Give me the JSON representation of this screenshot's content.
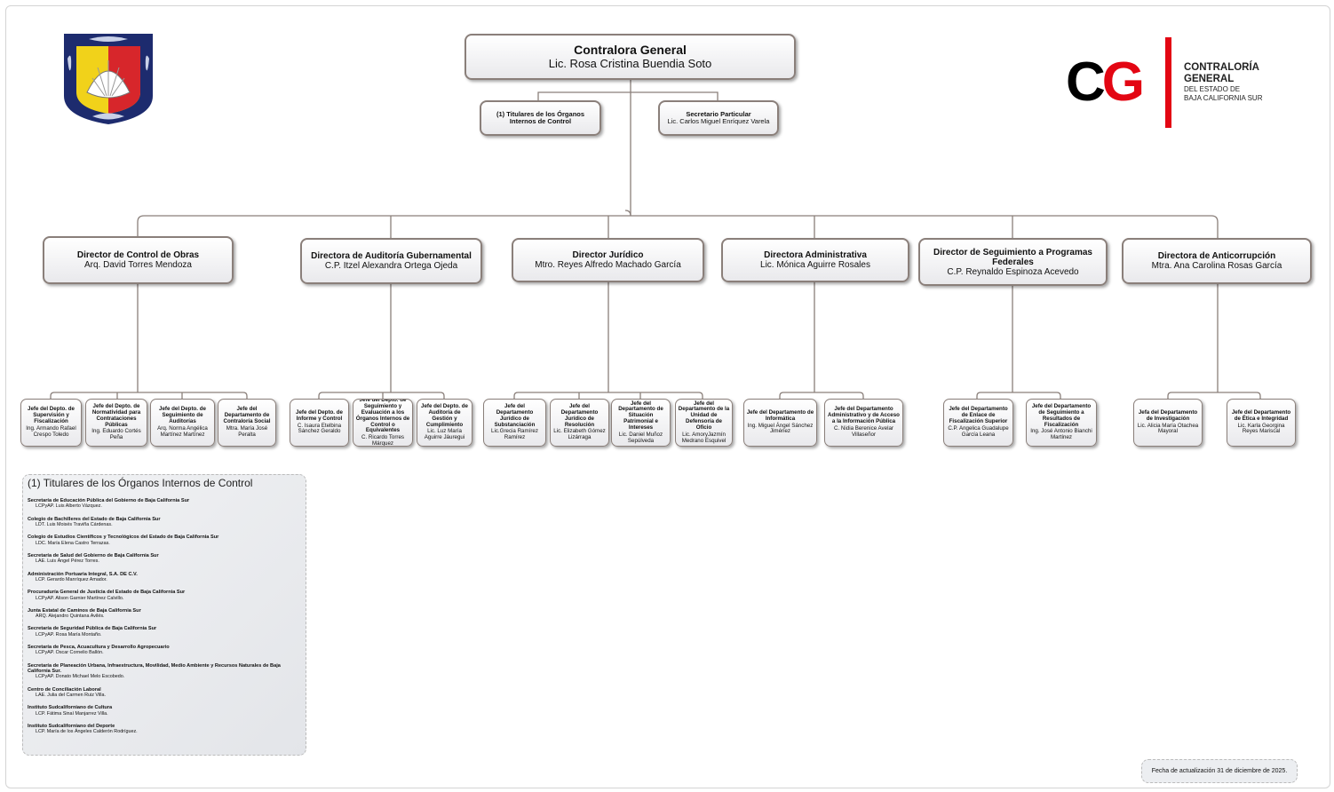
{
  "chart_data": {
    "type": "org-chart",
    "root": {
      "title": "Contralora General",
      "name": "Lic. Rosa Cristina Buendia Soto"
    },
    "staff": [
      {
        "title": "(1) Titulares de los Órganos Internos de Control",
        "name": ""
      },
      {
        "title": "Secretario Particular",
        "name": "Lic. Carlos Miguel Enríquez Varela"
      }
    ],
    "directors": [
      {
        "title": "Director de Control de Obras",
        "name": "Arq. David Torres Mendoza",
        "departments": [
          {
            "title": "Jefe del Depto. de Supervisión y Fiscalización",
            "name": "Ing. Armando Rafael Crespo Toledo"
          },
          {
            "title": "Jefe del Depto. de Normatividad para Contrataciones Públicas",
            "name": "Ing. Eduardo Cortés Peña"
          },
          {
            "title": "Jefe del Depto. de Seguimiento de Auditorías",
            "name": "Arq. Norma Angélica Martínez Martínez"
          },
          {
            "title": "Jefe del Departamento de Contraloría Social",
            "name": "Mtra. María José Peralta"
          }
        ]
      },
      {
        "title": "Directora de Auditoría Gubernamental",
        "name": "C.P. Itzel Alexandra Ortega Ojeda",
        "departments": [
          {
            "title": "Jefe del Depto. de Informe y Control",
            "name": "C. Isaura Etelbina Sánchez Geraldo"
          },
          {
            "title": "Jefe del Depto. de Seguimiento y Evaluación a los Órganos Internos de Control o Equivalentes",
            "name": "C. Ricardo Torres Márquez"
          },
          {
            "title": "Jefe del Depto. de Auditoría de Gestión y Cumplimiento",
            "name": "Lic. Luz María Aguirre Jáuregui"
          }
        ]
      },
      {
        "title": "Director Jurídico",
        "name": "Mtro. Reyes Alfredo Machado García",
        "departments": [
          {
            "title": "Jefe del Departamento Jurídico de Substanciación",
            "name": "Lic.Grecia Ramírez Ramírez"
          },
          {
            "title": "Jefe del Departamento Jurídico de Resolución",
            "name": "Lic. Elizabeth Gómez Lizárraga"
          },
          {
            "title": "Jefe del Departamento de Situación Patrimonial e Intereses",
            "name": "Lic. Daniel Muñoz Sepúlveda"
          },
          {
            "title": "Jefe del Departamento de la Unidad de Defensoría de Oficio",
            "name": "Lic. AmoryJazmín Medrano Esquivel"
          }
        ]
      },
      {
        "title": "Directora Administrativa",
        "name": "Lic. Mónica Aguirre Rosales",
        "departments": [
          {
            "title": "Jefe del Departamento de Informática",
            "name": "Ing. Miguel Ángel Sánchez Jiménez"
          },
          {
            "title": "Jefe del Departamento Administrativo y de Acceso a la Información Pública",
            "name": "C. Nidia Berenice Avelar Villaseñor"
          }
        ]
      },
      {
        "title": "Director de Seguimiento a Programas Federales",
        "name": "C.P. Reynaldo Espinoza Acevedo",
        "departments": [
          {
            "title": "Jefe del Departamento de Enlace de Fiscalización Superior",
            "name": "C.P. Angelica Guadalupe García Leana"
          },
          {
            "title": "Jefe del Departamento de Seguimiento a Resultados de Fiscalización",
            "name": "Ing. José Antonio Bianchi Martínez"
          }
        ]
      },
      {
        "title": "Directora de Anticorrupción",
        "name": "Mtra. Ana Carolina Rosas García",
        "departments": [
          {
            "title": "Jefa del Departamento de Investigación",
            "name": "Lic. Alicia María Otachea Mayoral"
          },
          {
            "title": "Jefe del Departamento de Ética e Integridad",
            "name": "Lic. Karla Georgina Reyes Mariscal"
          }
        ]
      }
    ]
  },
  "notes": {
    "title": "(1) Titulares de los Órganos Internos de Control",
    "entries": [
      {
        "entity": "Secretaría de Educación Pública del Gobierno de Baja California Sur",
        "person": "LCPyAP. Luis Alberto Vázquez."
      },
      {
        "entity": "Colegio de Bachilleres del Estado de Baja California Sur",
        "person": "LDT. Luis Moisés Traviña Cárdenas."
      },
      {
        "entity": "Colegio de Estudios Científicos y Tecnológicos del Estado de Baja California Sur",
        "person": "LDC. María Elena Castro Terrazas."
      },
      {
        "entity": "Secretaría de Salud del Gobierno de Baja California Sur",
        "person": "LAE. Luis Ángel Pérez Torres."
      },
      {
        "entity": "Administración Portuaria Integral, S.A. DE C.V.",
        "person": "LCP. Gerardo Manríquez Amador."
      },
      {
        "entity": "Procuraduría General de Justicia del Estado de Baja California Sur",
        "person": "LCPyAP. Alison Garnier Martínez Calvillo."
      },
      {
        "entity": "Junta Estatal de Caminos de Baja California Sur",
        "person": "ARQ. Alejandro Quintana Avilés."
      },
      {
        "entity": "Secretaría de Seguridad Pública de Baja California Sur",
        "person": "LCPyAP. Rosa María Montaño."
      },
      {
        "entity": "Secretaría de Pesca, Acuacultura y Desarrollo Agropecuario",
        "person": "LCPyAP. Oscar Cornelio Ballón."
      },
      {
        "entity": "Secretaría de Planeación Urbana, Infraestructura, Movilidad, Medio Ambiente y Recursos Naturales de Baja California Sur.",
        "person": "LCPyAP. Donato Michael Melo Escobedo."
      },
      {
        "entity": "Centro de Conciliación  Laboral",
        "person": "LAE. Julia del Carmen Ruiz Villa."
      },
      {
        "entity": "Instituto Sudcaliforniano de Cultura",
        "person": "LCP. Fátima Sinaí Manjarrez Villa."
      },
      {
        "entity": "Instituto Sudcaliforniano del Deporte",
        "person": "LCP. María de los Ángeles Calderón Rodríguez."
      }
    ]
  },
  "logo": {
    "mark_c": "C",
    "mark_g": "G",
    "line1": "CONTRALORÍA",
    "line2": "GENERAL",
    "line3": "DEL ESTADO DE",
    "line4": "BAJA CALIFORNIA SUR",
    "brand_red": "#e30613"
  },
  "shield": {
    "icon": "baja-california-sur-coat-of-arms-icon"
  },
  "footer": {
    "update_date": "Fecha de actualización 31 de diciembre de 2025."
  },
  "colors": {
    "box_border": "#8a7f7a",
    "connector": "#8a7f7a"
  }
}
